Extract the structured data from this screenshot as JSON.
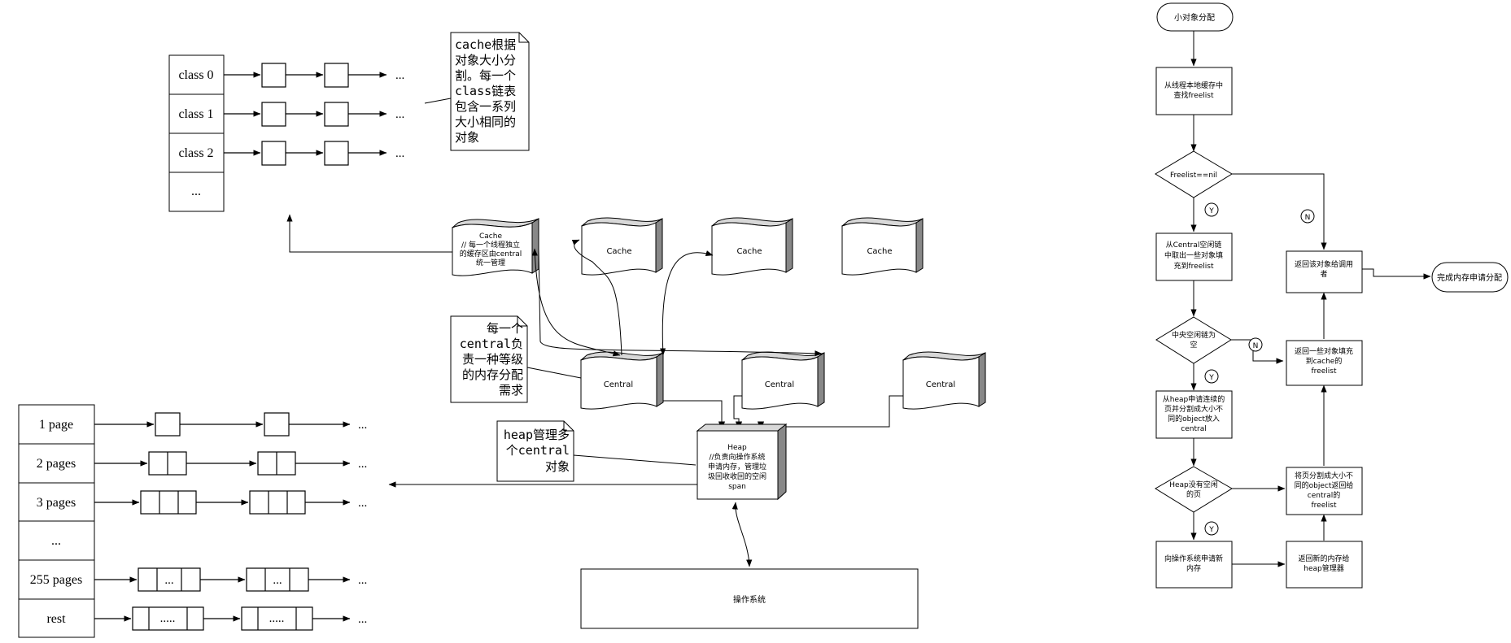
{
  "classes": {
    "rows": [
      "class 0",
      "class 1",
      "class 2",
      "..."
    ],
    "ellipsis": "..."
  },
  "notes": {
    "cache_note": [
      "cache根据",
      "对象大小分",
      "割。每一个",
      "class链表",
      "包含一系列",
      "大小相同的",
      "对象"
    ],
    "central_note": [
      "每一个",
      "central负",
      "责一种等级",
      "的内存分配",
      "需求"
    ],
    "heap_note": [
      "heap管理多",
      "个central",
      "对象"
    ]
  },
  "caches": {
    "main": [
      "Cache",
      "// 每一个线程独立",
      "的缓存区由central",
      "统一管理"
    ],
    "label": "Cache"
  },
  "central": {
    "label": "Central"
  },
  "heap": {
    "lines": [
      "Heap",
      "//负责向操作系统",
      "申请内存，管理垃",
      "圾回收收回的空闲",
      "span"
    ]
  },
  "os": {
    "label": "操作系统"
  },
  "pages": {
    "rows": [
      "1 page",
      "2 pages",
      "3 pages",
      "...",
      "255 pages",
      "rest"
    ],
    "ellipsis": "...",
    "dots_255": "...",
    "dots_rest": "....."
  },
  "flow": {
    "start": "小对象分配",
    "find": [
      "从线程本地缓存中",
      "查找freelist"
    ],
    "cond1": "Freelist==nil",
    "fill": [
      "从Central空闲链",
      "中取出一些对象填",
      "充到freelist"
    ],
    "cond2": [
      "中央空闲链为",
      "空"
    ],
    "heap_req": [
      "从heap申请连续的",
      "页并分割成大小不",
      "同的object放入",
      "central"
    ],
    "cond3": [
      "Heap没有空闲",
      "的页"
    ],
    "os_req": [
      "向操作系统申请新",
      "内存"
    ],
    "return_heap": [
      "返回新的内存给",
      "heap管理器"
    ],
    "split": [
      "将页分割成大小不",
      "同的object返回给",
      "central的",
      "freelist"
    ],
    "return_cache": [
      "返回一些对象填充",
      "到cache的",
      "freelist"
    ],
    "return_caller": [
      "返回该对象给调用",
      "者"
    ],
    "end": "完成内存申请分配",
    "yes": "Y",
    "no": "N"
  }
}
